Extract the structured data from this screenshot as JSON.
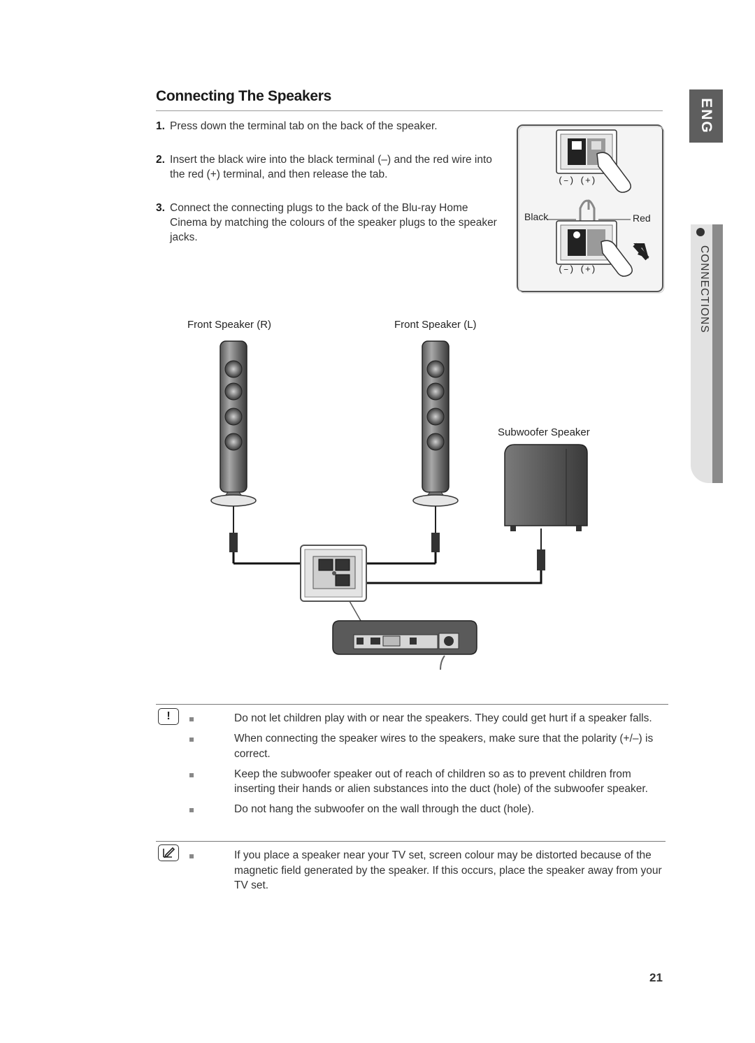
{
  "header": {
    "title": "Connecting The Speakers"
  },
  "sidebar": {
    "lang": "ENG",
    "section": "CONNECTIONS"
  },
  "steps": [
    {
      "num": "1.",
      "text": "Press down the terminal tab on the back of the speaker."
    },
    {
      "num": "2.",
      "text": "Insert the black wire into the black terminal (–) and the red wire into the red (+) terminal, and then release the tab."
    },
    {
      "num": "3.",
      "text": "Connect the connecting plugs to the back of the Blu-ray Home Cinema by matching the colours of the speaker plugs to the speaker jacks."
    }
  ],
  "terminal_diagram": {
    "minus_plus_top": "(–)  (+)",
    "black_label": "Black",
    "red_label": "Red",
    "minus_plus_bottom": "(–)  (+)"
  },
  "speakers": {
    "front_r": "Front Speaker (R)",
    "front_l": "Front Speaker (L)",
    "subwoofer": "Subwoofer Speaker"
  },
  "caution": {
    "icon": "!",
    "items": [
      "Do not let children play with or near the speakers. They could get hurt if a speaker falls.",
      "When connecting the speaker wires to the speakers, make sure that the polarity (+/–) is correct.",
      "Keep the subwoofer speaker out of reach of children so as to prevent children from inserting their hands or alien substances into the duct (hole) of the subwoofer speaker.",
      "Do not hang the subwoofer on the wall through the duct (hole)."
    ]
  },
  "note": {
    "items": [
      "If you place a speaker near your TV set, screen colour may be distorted because of the magnetic field generated by the speaker. If this occurs, place the speaker away from your TV set."
    ]
  },
  "page_number": "21"
}
